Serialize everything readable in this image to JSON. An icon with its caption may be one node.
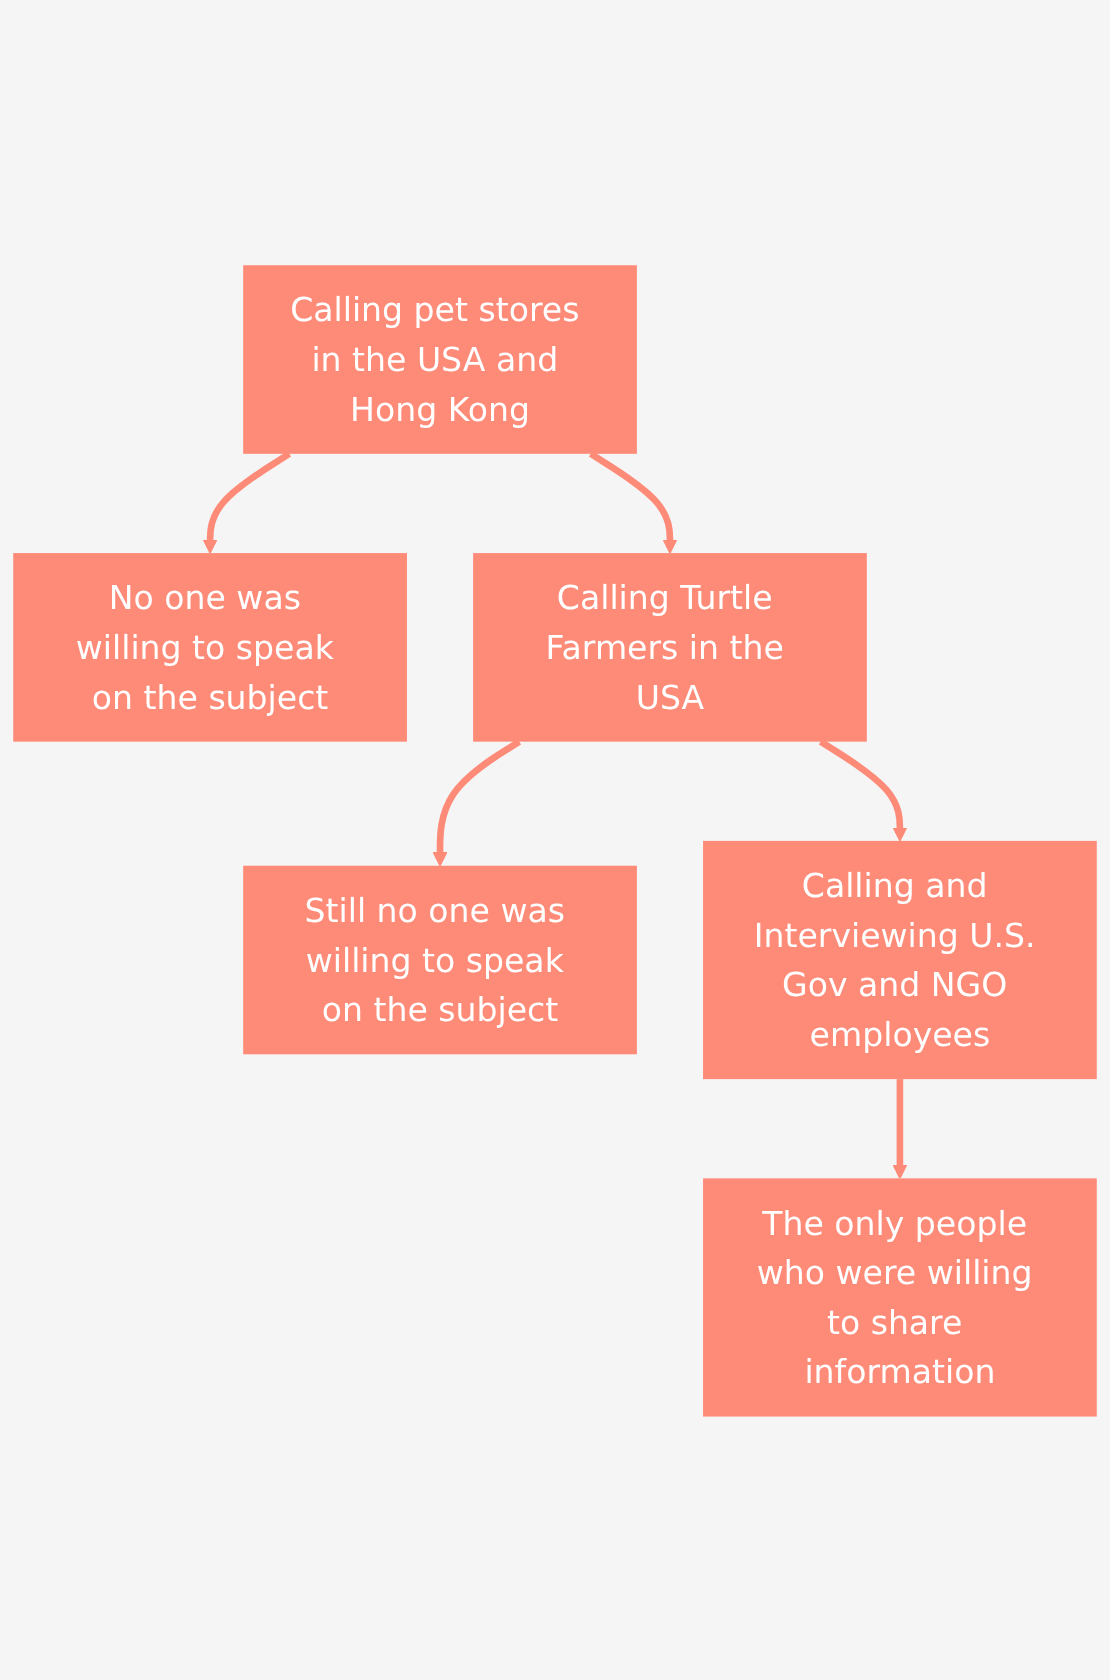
{
  "diagram": {
    "nodes": [
      {
        "text": [
          "Calling pet stores in the USA and Hong Kong"
        ]
      },
      {
        "text": [
          "No one was willing to speak on the subject"
        ]
      },
      {
        "text": [
          "Calling Turtle Farmers in the USA"
        ]
      },
      {
        "text": [
          "Still no one was willing to speak on the subject"
        ]
      },
      {
        "text": [
          "Calling and Interviewing U.S. Gov and NGO employees"
        ]
      },
      {
        "text": [
          "The only people who were willing to share information"
        ]
      }
    ],
    "edges": [
      {
        "from": 0,
        "to": 1,
        "arrow": "to"
      },
      {
        "from": 0,
        "to": 2,
        "arrow": "to"
      },
      {
        "from": 2,
        "to": 3,
        "arrow": "to"
      },
      {
        "from": 2,
        "to": 4,
        "arrow": "to"
      },
      {
        "from": 4,
        "to": 5,
        "arrow": "to"
      }
    ]
  }
}
